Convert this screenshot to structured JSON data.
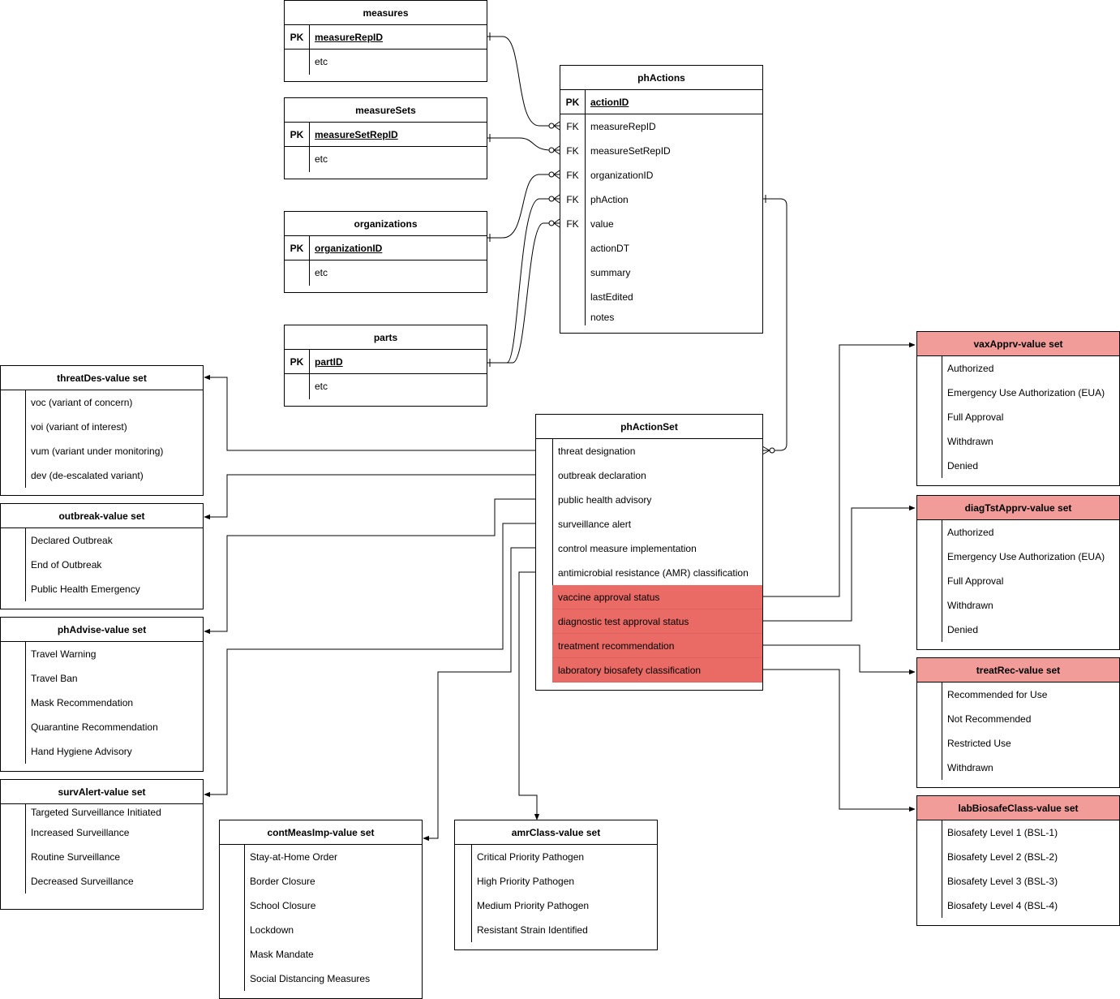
{
  "entities": {
    "measures": {
      "title": "measures",
      "pk_key": "PK",
      "pk": "measureRepID",
      "rows": [
        "etc"
      ]
    },
    "measureSets": {
      "title": "measureSets",
      "pk_key": "PK",
      "pk": "measureSetRepID",
      "rows": [
        "etc"
      ]
    },
    "organizations": {
      "title": "organizations",
      "pk_key": "PK",
      "pk": "organizationID",
      "rows": [
        "etc"
      ]
    },
    "parts": {
      "title": "parts",
      "pk_key": "PK",
      "pk": "partID",
      "rows": [
        "etc"
      ]
    },
    "phActions": {
      "title": "phActions",
      "pk_key": "PK",
      "pk": "actionID",
      "fk_rows": [
        {
          "key": "FK",
          "name": "measureRepID"
        },
        {
          "key": "FK",
          "name": "measureSetRepID"
        },
        {
          "key": "FK",
          "name": "organizationID"
        },
        {
          "key": "FK",
          "name": "phAction"
        },
        {
          "key": "FK",
          "name": "value"
        }
      ],
      "rows": [
        "actionDT",
        "summary",
        "lastEdited",
        "notes"
      ]
    },
    "phActionSet": {
      "title": "phActionSet",
      "rows": [
        "threat designation",
        "outbreak declaration",
        "public health advisory",
        "surveillance alert",
        "control measure implementation",
        "antimicrobial resistance (AMR) classification"
      ],
      "highlighted_rows": [
        "vaccine approval status",
        "diagnostic test approval status",
        "treatment recommendation",
        "laboratory biosafety classification"
      ]
    },
    "threatDes": {
      "title": "threatDes-value set",
      "rows": [
        "voc (variant of concern)",
        "voi (variant of interest)",
        "vum (variant under monitoring)",
        "dev (de-escalated variant)"
      ]
    },
    "outbreak": {
      "title": "outbreak-value set",
      "rows": [
        "Declared Outbreak",
        "End of Outbreak",
        "Public Health Emergency"
      ]
    },
    "phAdvise": {
      "title": "phAdvise-value set",
      "rows": [
        "Travel Warning",
        "Travel Ban",
        "Mask Recommendation",
        "Quarantine Recommendation",
        "Hand Hygiene Advisory"
      ]
    },
    "survAlert": {
      "title": "survAlert-value set",
      "rows": [
        "Targeted Surveillance Initiated",
        "Increased Surveillance",
        "Routine Surveillance",
        "Decreased Surveillance"
      ]
    },
    "contMeasImp": {
      "title": "contMeasImp-value set",
      "rows": [
        "Stay-at-Home Order",
        "Border Closure",
        "School Closure",
        "Lockdown",
        "Mask Mandate",
        "Social Distancing Measures"
      ]
    },
    "amrClass": {
      "title": "amrClass-value set",
      "rows": [
        "Critical Priority Pathogen",
        "High Priority Pathogen",
        "Medium Priority Pathogen",
        "Resistant Strain Identified"
      ]
    },
    "vaxApprv": {
      "title": "vaxApprv-value set",
      "rows": [
        "Authorized",
        "Emergency Use Authorization (EUA)",
        "Full Approval",
        "Withdrawn",
        "Denied"
      ]
    },
    "diagTstApprv": {
      "title": "diagTstApprv-value set",
      "rows": [
        "Authorized",
        "Emergency Use Authorization (EUA)",
        "Full Approval",
        "Withdrawn",
        "Denied"
      ]
    },
    "treatRec": {
      "title": "treatRec-value set",
      "rows": [
        "Recommended for Use",
        "Not Recommended",
        "Restricted Use",
        "Withdrawn"
      ]
    },
    "labBiosafeClass": {
      "title": "labBiosafeClass-value set",
      "rows": [
        "Biosafety Level 1 (BSL-1)",
        "Biosafety Level 2 (BSL-2)",
        "Biosafety Level 3 (BSL-3)",
        "Biosafety Level 4 (BSL-4)"
      ]
    }
  },
  "colors": {
    "highlight_header": "#f19c99",
    "highlight_row": "#ea6b66",
    "line": "#000000"
  }
}
